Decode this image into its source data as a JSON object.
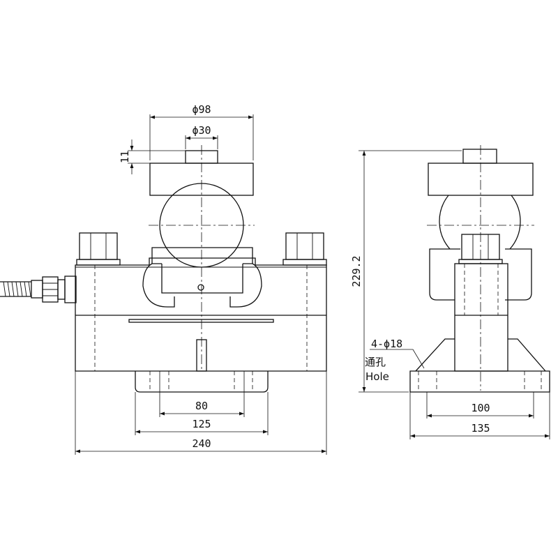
{
  "dimensions": {
    "top_block_diameter": "ϕ98",
    "top_pin_diameter": "ϕ30",
    "top_pin_height": "11",
    "base_hole_spacing": "80",
    "base_width": "125",
    "overall_length": "240",
    "overall_height": "229.2",
    "side_hole_spacing": "100",
    "side_base_width": "135"
  },
  "hole_note": {
    "spec": "4-ϕ18",
    "label_cn": "通孔",
    "label_en": "Hole"
  }
}
